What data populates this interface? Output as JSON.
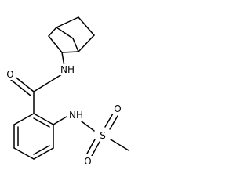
{
  "molecule": {
    "atoms": {
      "O_carbonyl": "O",
      "N_amide": "NH",
      "N_sulfonamide": "NH",
      "S": "S",
      "O_sulfonyl_1": "O",
      "O_sulfonyl_2": "O"
    }
  }
}
